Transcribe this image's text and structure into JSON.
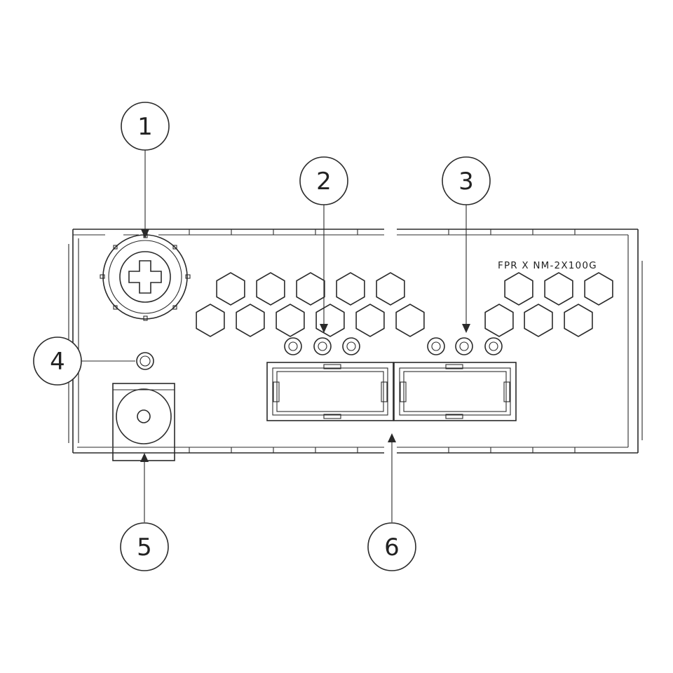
{
  "model_label": "FPR X NM-2X100G",
  "callouts": [
    {
      "id": "1",
      "label": "1"
    },
    {
      "id": "2",
      "label": "2"
    },
    {
      "id": "3",
      "label": "3"
    },
    {
      "id": "4",
      "label": "4"
    },
    {
      "id": "5",
      "label": "5"
    },
    {
      "id": "6",
      "label": "6"
    }
  ],
  "colors": {
    "stroke": "#2a2a2a",
    "background": "#ffffff"
  }
}
